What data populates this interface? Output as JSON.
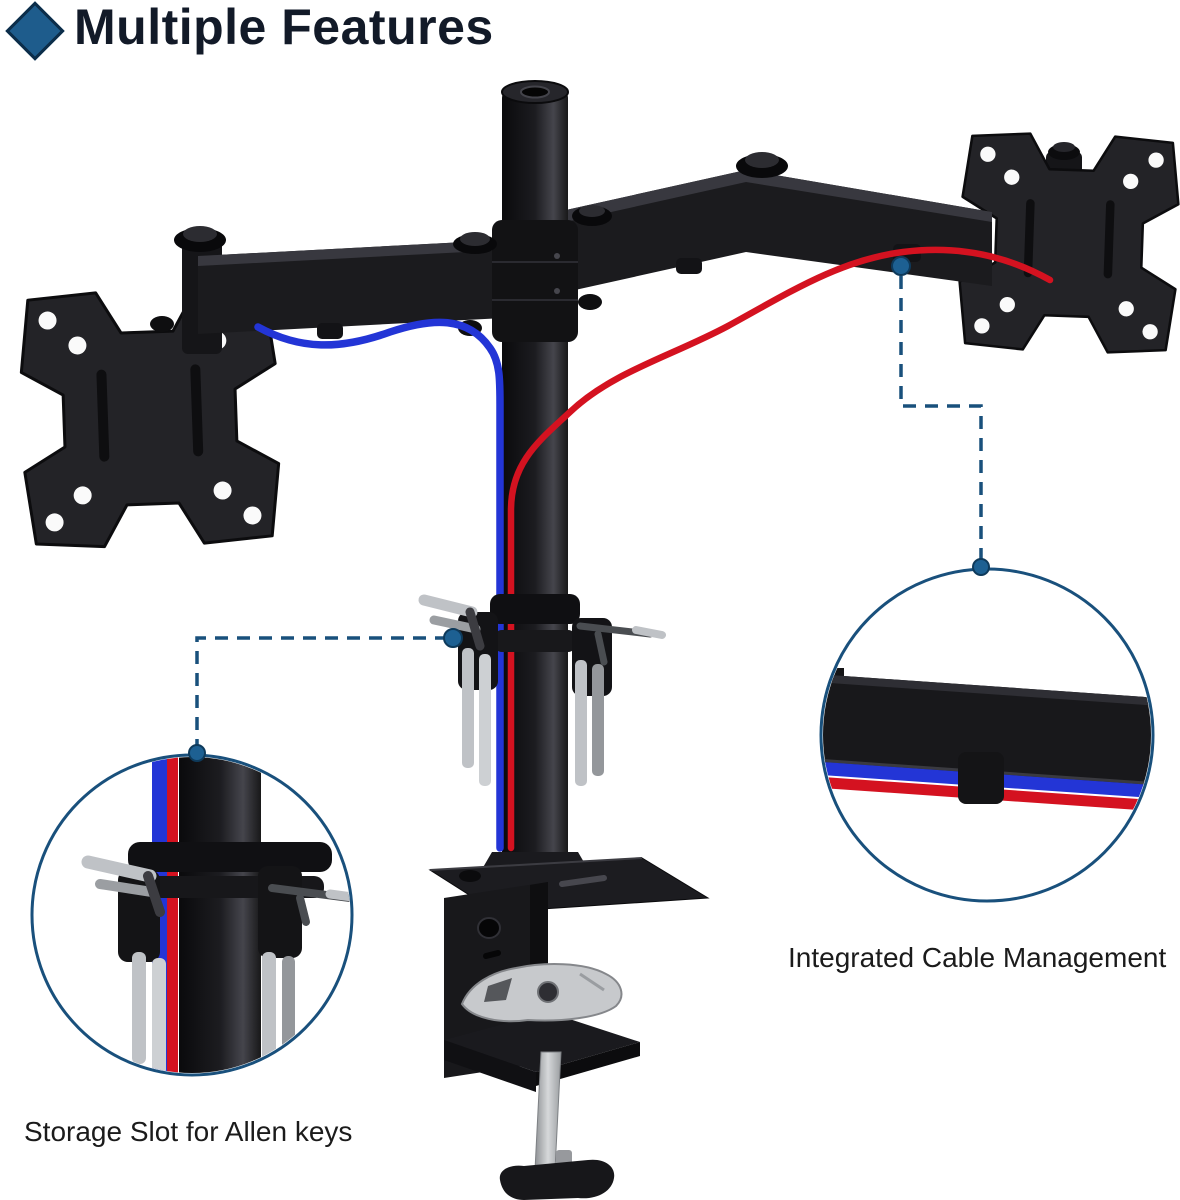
{
  "header": {
    "icon": "diamond-bullet-icon",
    "title": "Multiple Features"
  },
  "callouts": {
    "allen_key_storage": {
      "label": "Storage Slot for Allen keys"
    },
    "cable_management": {
      "label": "Integrated Cable Management"
    }
  },
  "illustration": {
    "subject": "dual-monitor-desk-mount",
    "insets": [
      "allen-key-storage-detail",
      "cable-management-detail"
    ]
  },
  "colors": {
    "background": "#ffffff",
    "title_text": "#121a28",
    "caption_text": "#1b1b1b",
    "diamond_fill": "#1e5c8c",
    "diamond_border": "#0c2d49",
    "annotation_line": "#19507c",
    "cable_blue": "#2335d6",
    "cable_red": "#d41220",
    "product_black": "#1b1b1e",
    "metal_silver": "#bfc2c6"
  }
}
